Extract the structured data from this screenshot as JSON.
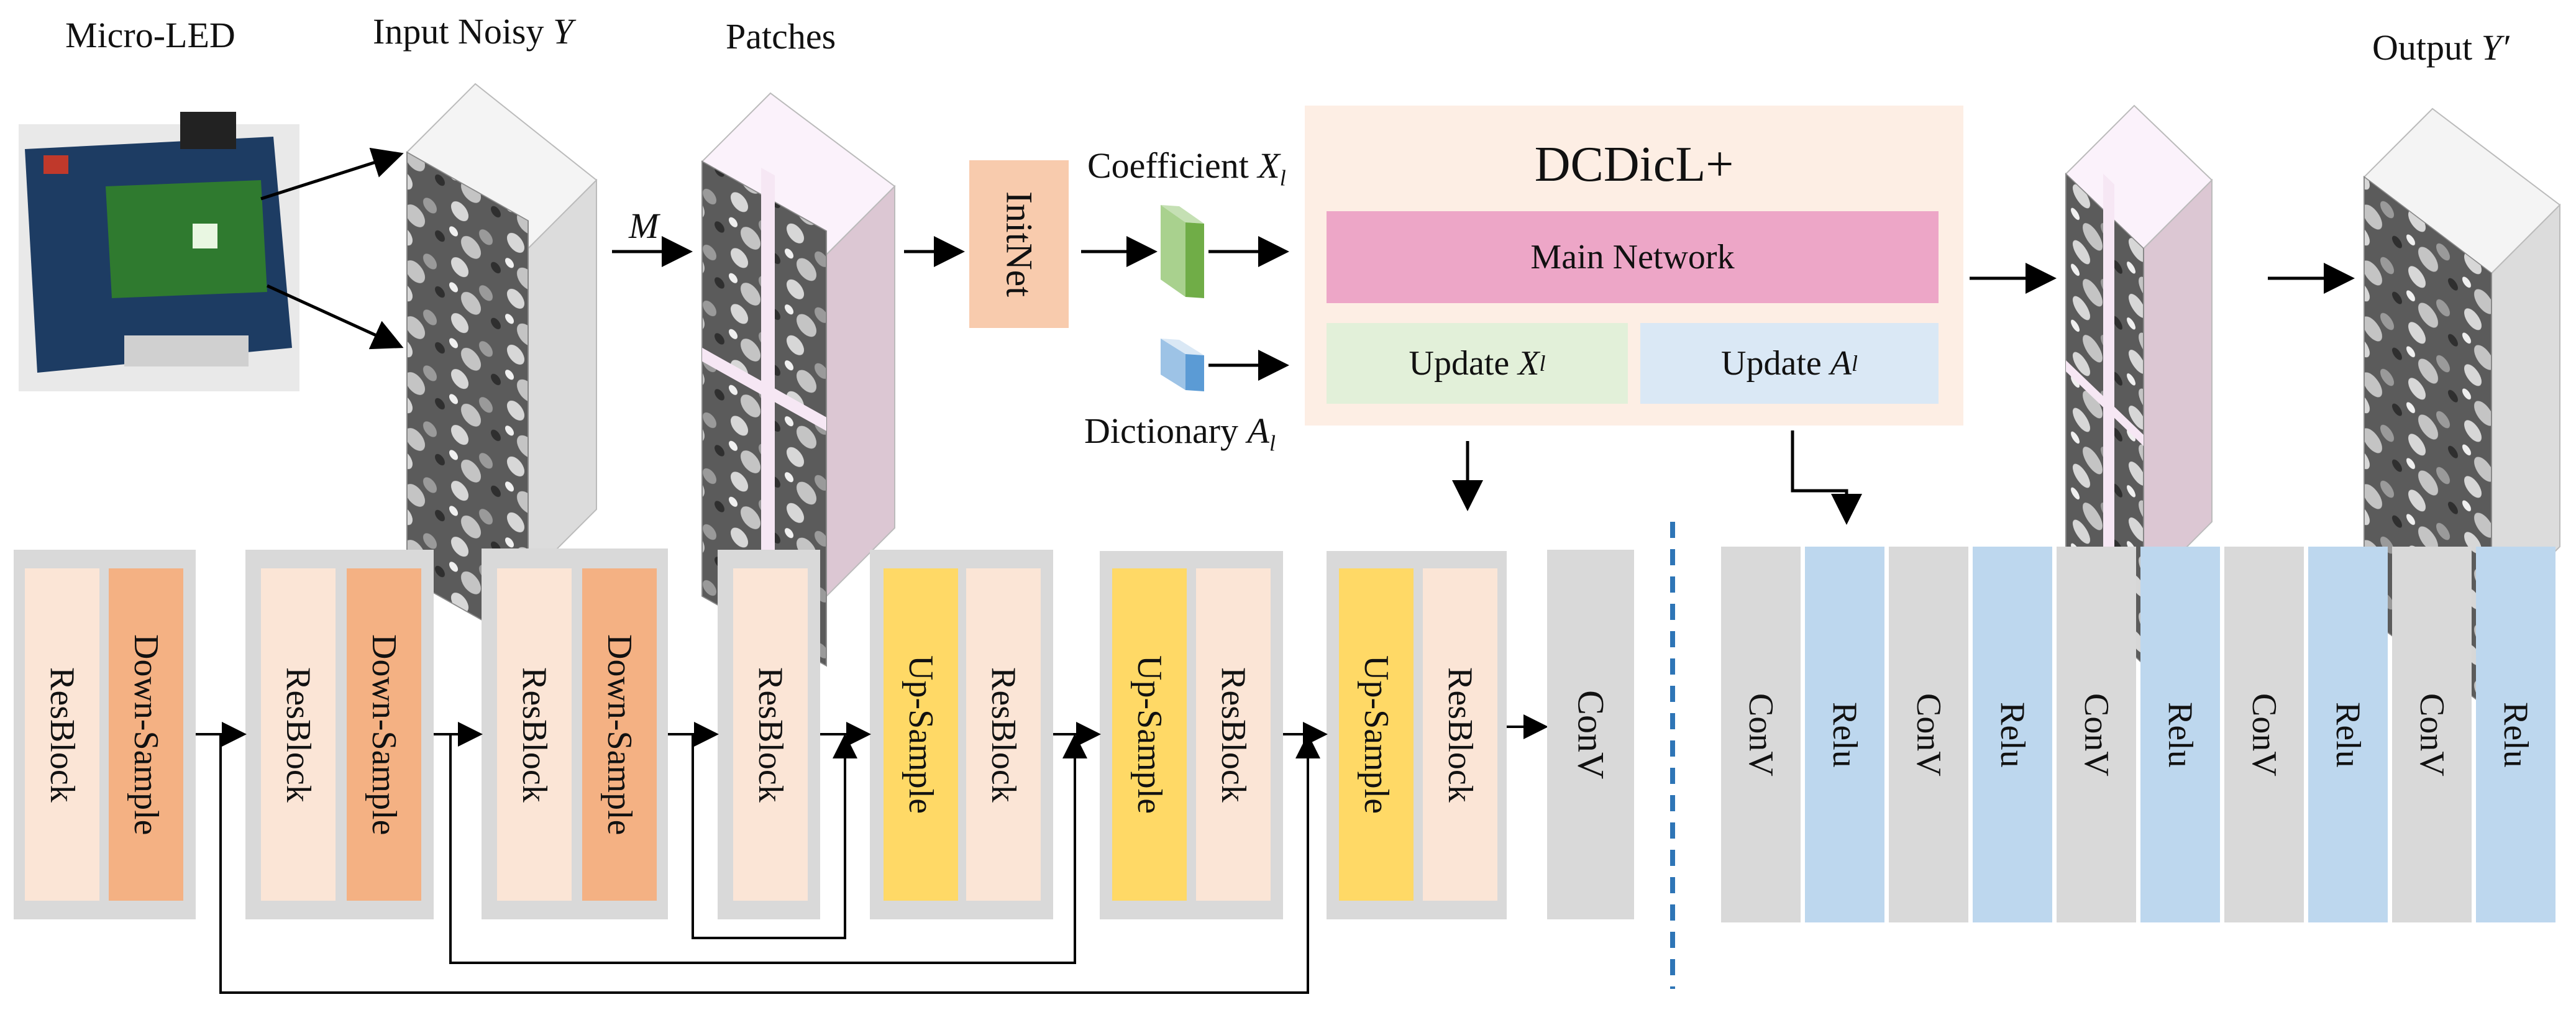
{
  "top": {
    "micro_led_label": "Micro-LED",
    "input_label": "Input Noisy",
    "input_var": "Y",
    "patches_label": "Patches",
    "output_label": "Output",
    "output_var": "Y′",
    "m_label": "M",
    "initnet_label": "InitNet",
    "coefficient_label": "Coefficient",
    "coefficient_var": "X",
    "coefficient_sub": "l",
    "dictionary_label": "Dictionary",
    "dictionary_var": "A",
    "dictionary_sub": "l"
  },
  "dcdicl": {
    "title": "DCDicL+",
    "main_network": "Main Network",
    "update_x_label": "Update",
    "update_x_var": "X",
    "update_x_sub": "l",
    "update_a_label": "Update",
    "update_a_var": "A",
    "update_a_sub": "l"
  },
  "unet": {
    "blocks": [
      {
        "left": "ResBlock",
        "right": "Down-Sample"
      },
      {
        "left": "ResBlock",
        "right": "Down-Sample"
      },
      {
        "left": "ResBlock",
        "right": "Down-Sample"
      },
      {
        "left": "ResBlock"
      },
      {
        "left": "Up-Sample",
        "right": "ResBlock"
      },
      {
        "left": "Up-Sample",
        "right": "ResBlock"
      },
      {
        "left": "Up-Sample",
        "right": "ResBlock"
      }
    ],
    "final": "ConV"
  },
  "cnn": {
    "layers": [
      "ConV",
      "Relu",
      "ConV",
      "Relu",
      "ConV",
      "Relu",
      "ConV",
      "Relu",
      "ConV",
      "Relu"
    ]
  },
  "colors": {
    "resblock": "#fbe5d6",
    "downsample": "#f4b183",
    "upsample": "#ffd966",
    "conv": "#d9d9d9",
    "relu": "#bdd7ee",
    "main_network": "#eda6c7",
    "update_x": "#e2f0d9",
    "update_a": "#dae8f5",
    "dcdicl_bg": "#fdeee4",
    "initnet": "#f8cbad",
    "divider": "#2e75b6"
  }
}
